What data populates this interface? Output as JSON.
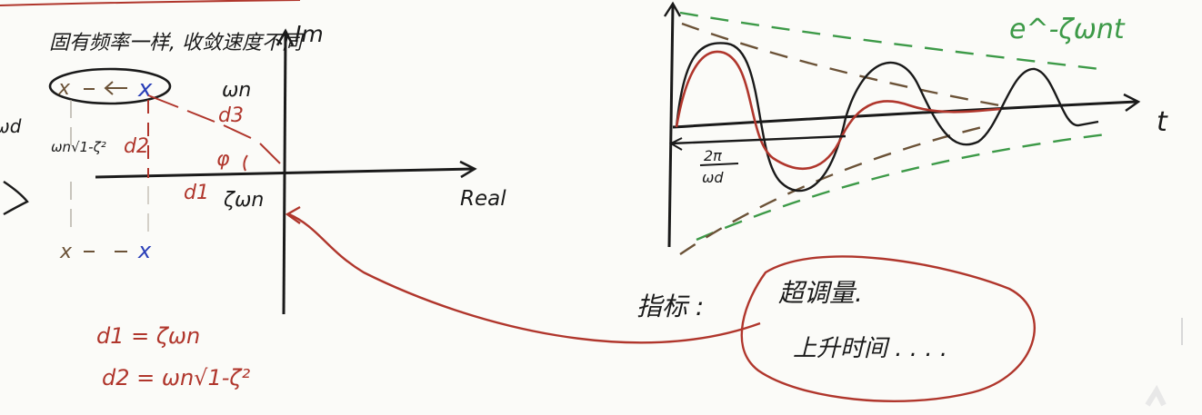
{
  "left_plot": {
    "title": "固有频率一样, 收敛速度不同",
    "axis_im_label": "Im",
    "axis_re_label": "Real",
    "wn_label": "ωn",
    "d3_label": "d3",
    "phi_label": "φ",
    "d1_label": "d1",
    "zeta_wn_label": "ζωn",
    "d2_label": "d2",
    "wd_expr_label": "ωn√1-ζ²",
    "wd_side_label": "ωd",
    "pole_mark": "x",
    "eq_d1": "d1 = ζωn",
    "eq_d2": "d2 = ωn√1-ζ²"
  },
  "right_plot": {
    "envelope_label": "e^-ζωnt",
    "t_label": "t",
    "period_numerator": "2π",
    "period_denominator": "ωd"
  },
  "annotation": {
    "metrics_label": "指标 :",
    "item1": "超调量.",
    "item2": "上升时间 . . . ."
  },
  "colors": {
    "ink": "#1a1a1a",
    "red": "#b0362c",
    "blue": "#2a3fb8",
    "green": "#3d9a48",
    "brown": "#6b5237"
  }
}
